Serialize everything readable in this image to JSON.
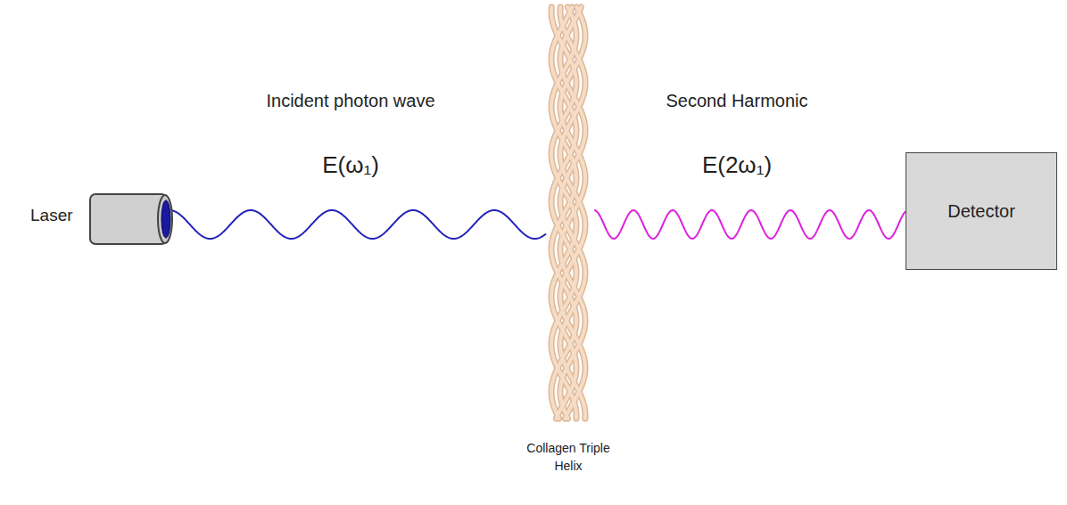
{
  "diagram": {
    "nodes": [
      {
        "text": [
          "Laser"
        ]
      },
      {
        "text": [
          "Detector"
        ]
      }
    ],
    "labels": [
      "Incident photon wave",
      "E(ω₁)",
      "Second Harmonic",
      "E(2ω₁)",
      "Collagen Triple Helix"
    ]
  }
}
